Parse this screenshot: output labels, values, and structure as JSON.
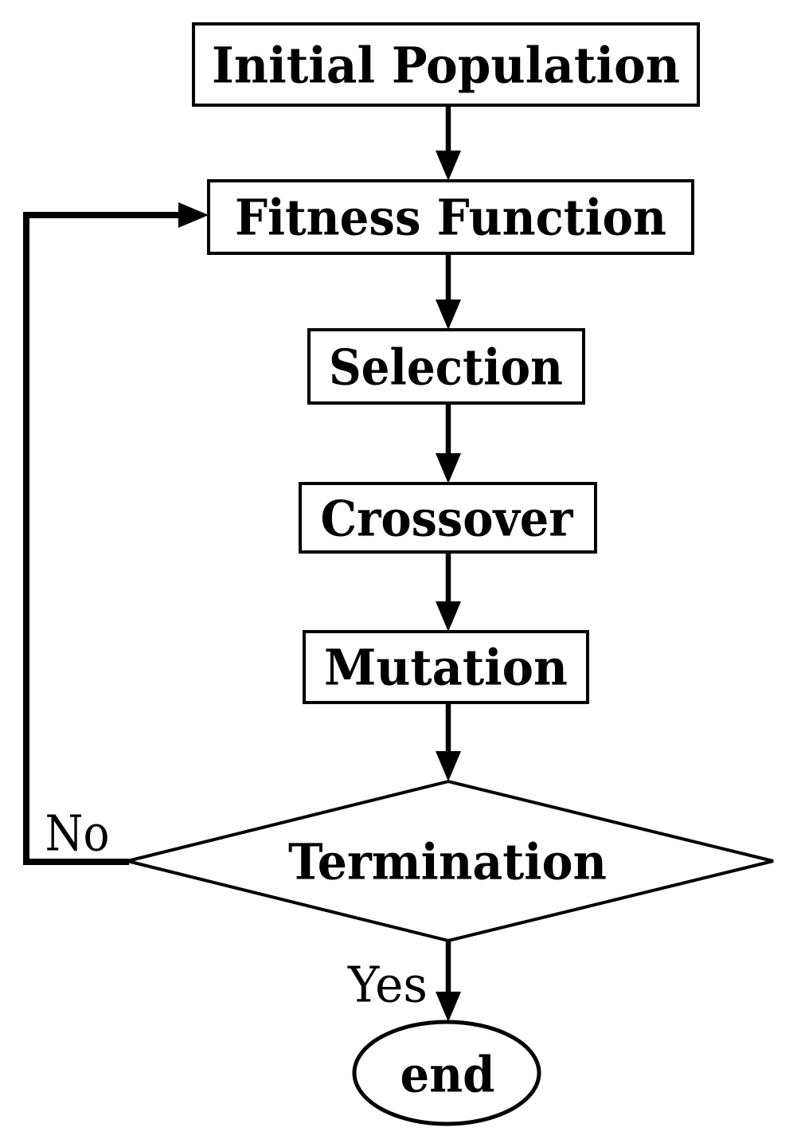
{
  "flowchart": {
    "background_color": "#ffffff",
    "stroke_color": "#000000",
    "fill_color": "#ffffff",
    "nodes": {
      "initial_population": {
        "label": "Initial Population",
        "shape": "rectangle"
      },
      "fitness_function": {
        "label": "Fitness Function",
        "shape": "rectangle"
      },
      "selection": {
        "label": "Selection",
        "shape": "rectangle"
      },
      "crossover": {
        "label": "Crossover",
        "shape": "rectangle"
      },
      "mutation": {
        "label": "Mutation",
        "shape": "rectangle"
      },
      "termination": {
        "label": "Termination",
        "shape": "diamond"
      },
      "end": {
        "label": "end",
        "shape": "ellipse"
      }
    },
    "edge_labels": {
      "no": "No",
      "yes": "Yes"
    }
  }
}
